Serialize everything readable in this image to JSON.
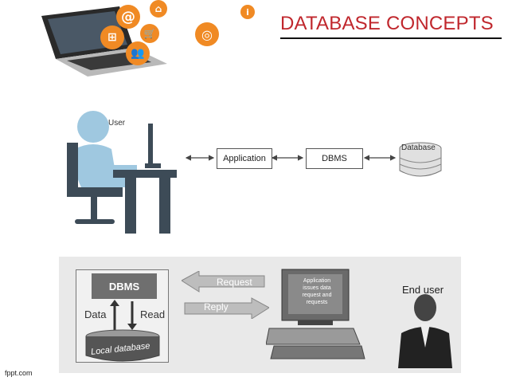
{
  "title": "DATABASE CONCEPTS",
  "top_diagram": {
    "user_label": "User",
    "application_label": "Application",
    "dbms_label": "DBMS",
    "database_label": "Database"
  },
  "bottom_diagram": {
    "dbms_label": "DBMS",
    "data_label": "Data",
    "read_label": "Read",
    "local_db_label": "Local database",
    "request_label": "Request",
    "reply_label": "Reply",
    "app_screen_text": "Application issues data request and requests",
    "end_user_label": "End user"
  },
  "footer": "fppt.com",
  "colors": {
    "title": "#c0272d",
    "user_figure": "#9fc8e0",
    "furniture": "#3d4b57"
  }
}
